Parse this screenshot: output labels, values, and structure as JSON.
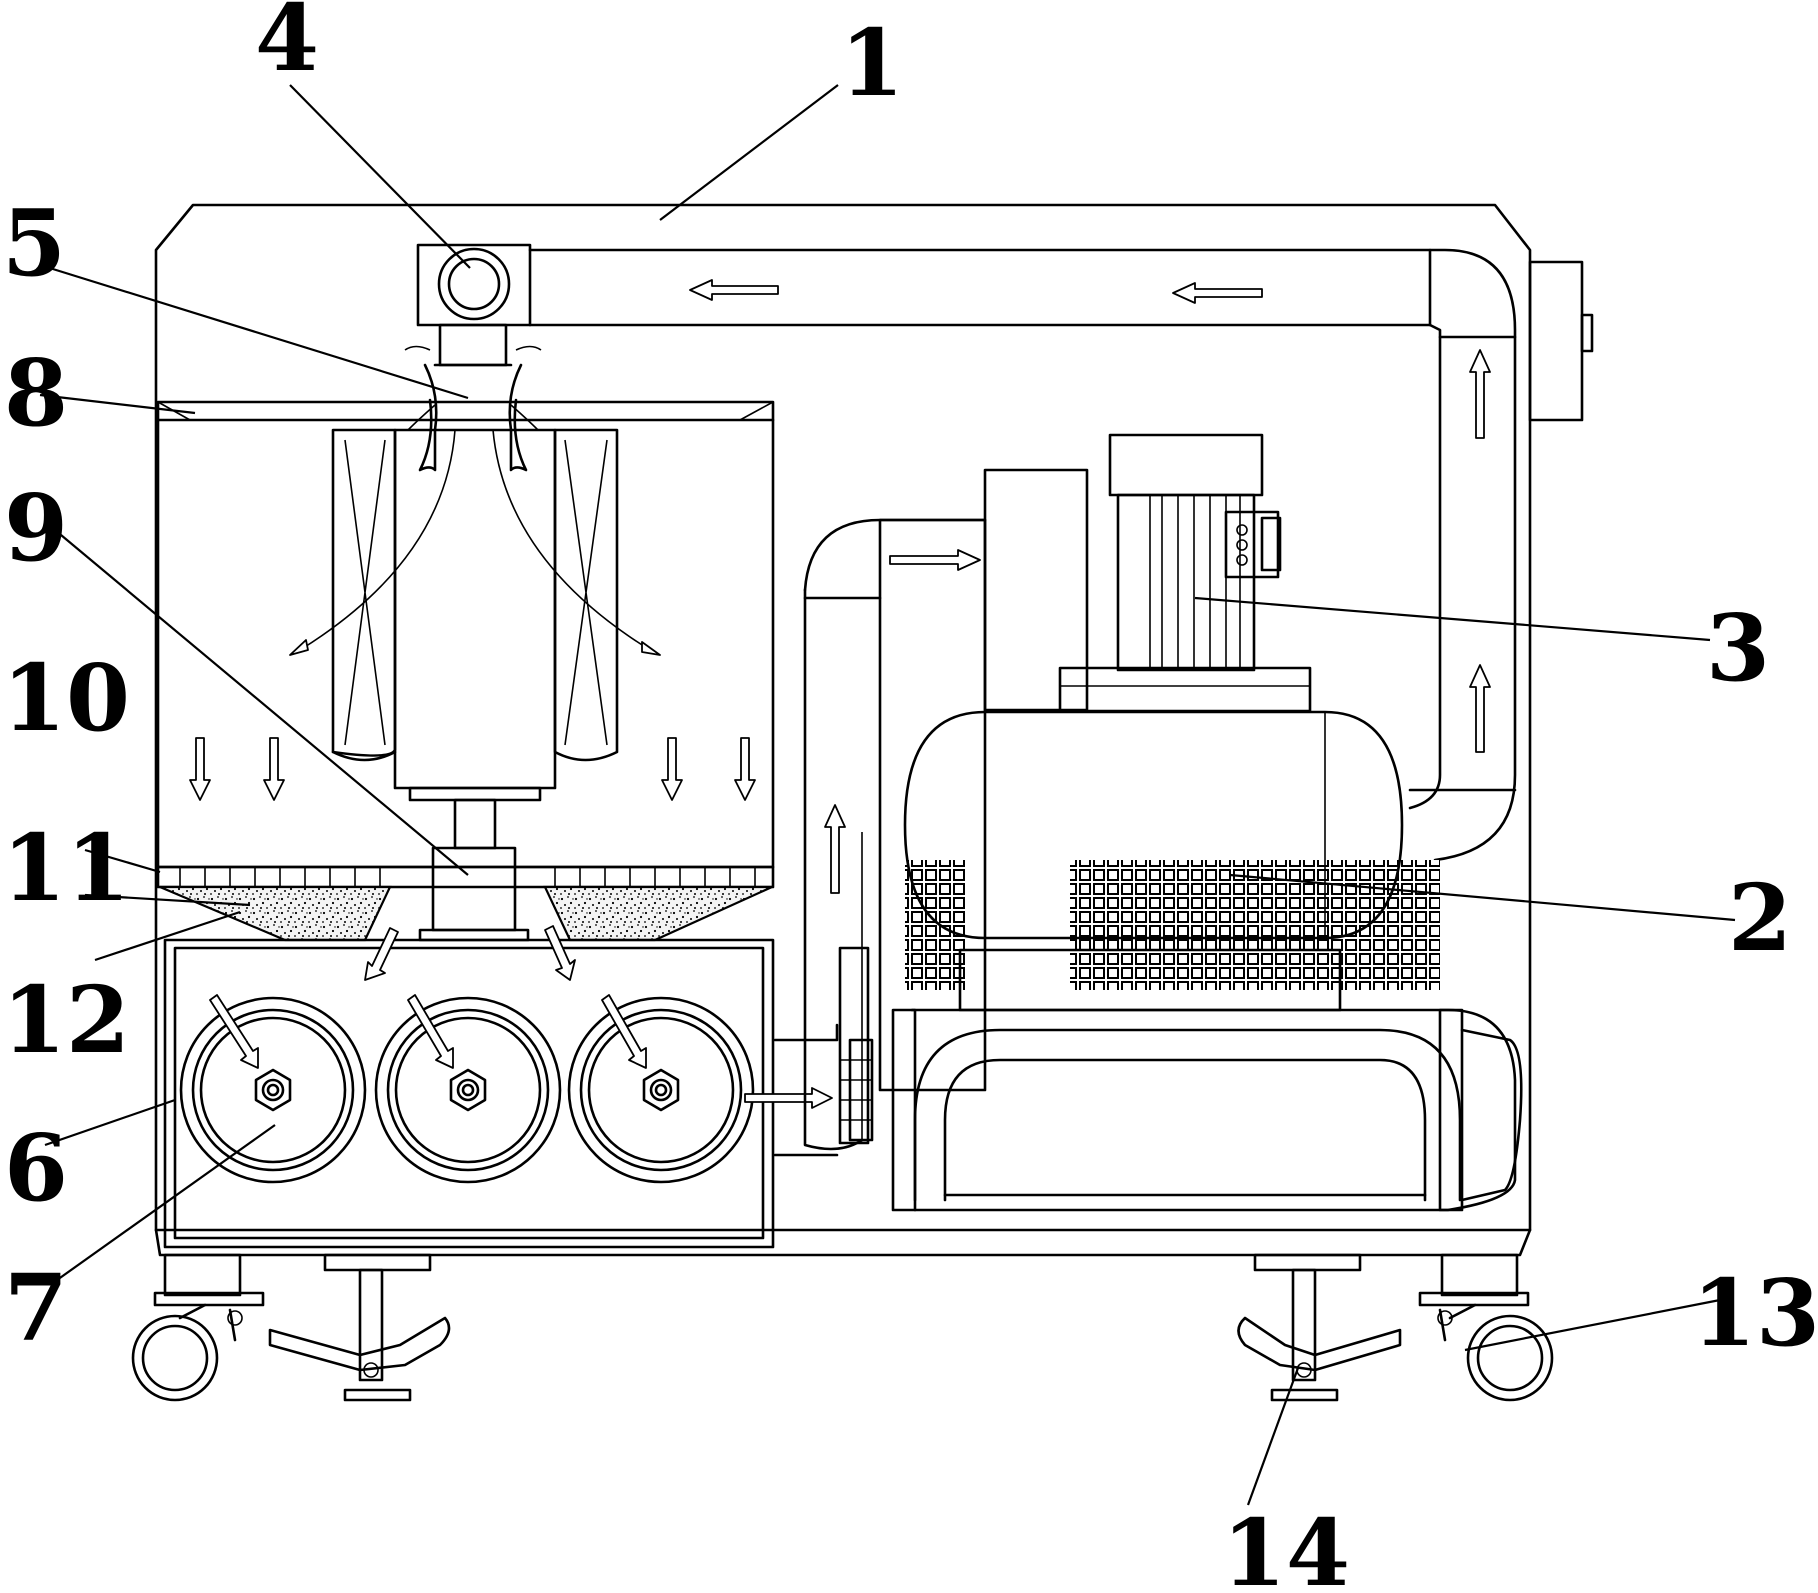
{
  "figure": {
    "callouts": [
      {
        "id": "c1",
        "text": "1"
      },
      {
        "id": "c2",
        "text": "2"
      },
      {
        "id": "c3",
        "text": "3"
      },
      {
        "id": "c4",
        "text": "4"
      },
      {
        "id": "c5",
        "text": "5"
      },
      {
        "id": "c6",
        "text": "6"
      },
      {
        "id": "c7",
        "text": "7"
      },
      {
        "id": "c8",
        "text": "8"
      },
      {
        "id": "c9",
        "text": "9"
      },
      {
        "id": "c10",
        "text": "10"
      },
      {
        "id": "c11",
        "text": "11"
      },
      {
        "id": "c12",
        "text": "12"
      },
      {
        "id": "c13",
        "text": "13"
      },
      {
        "id": "c14",
        "text": "14"
      }
    ]
  }
}
